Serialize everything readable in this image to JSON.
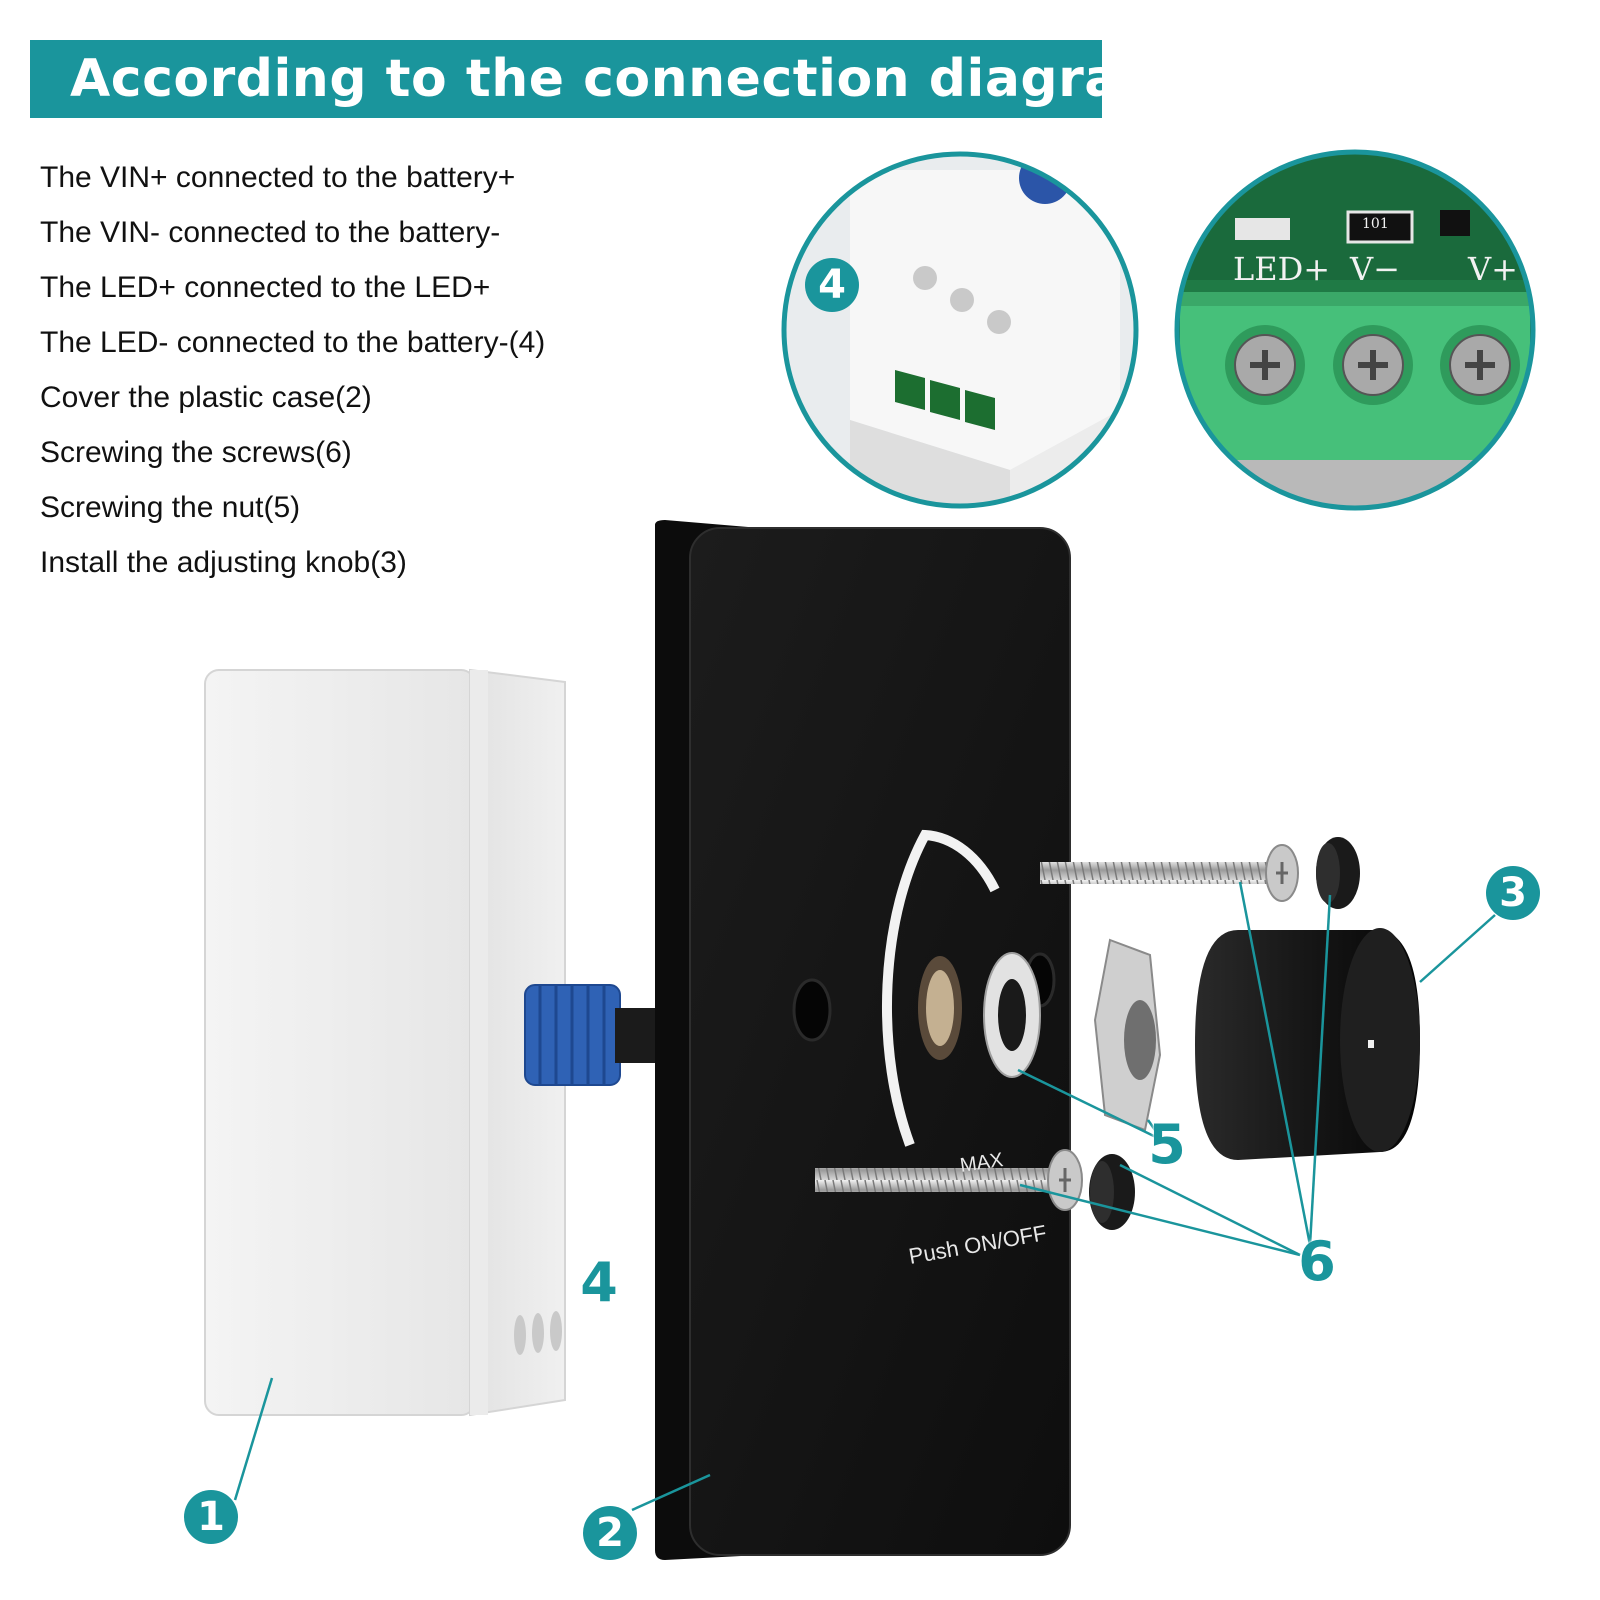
{
  "banner": {
    "title": "According to the connection diagram",
    "color": "#1a959c"
  },
  "steps": [
    "The VIN+ connected to the battery+",
    "The VIN- connected to the battery-",
    "The LED+ connected to the LED+",
    "The LED- connected to the battery-(4)",
    "Cover the plastic case(2)",
    "Screwing the screws(6)",
    "Screwing the nut(5)",
    "Install the adjusting knob(3)"
  ],
  "callouts": {
    "c1": "1",
    "c2": "2",
    "c3": "3",
    "c4": "4",
    "c4_zoom": "4",
    "c5": "5",
    "c6": "6"
  },
  "panel": {
    "max_label": "MAX",
    "push_label": "Push ON/OFF"
  },
  "pcb": {
    "terminal_led": "LED+",
    "terminal_vminus": "V−",
    "terminal_vplus": "V+",
    "resistor_code": "101"
  },
  "parts": {
    "controller_box": "controller-box",
    "wall_panel": "wall-panel",
    "knob": "knob",
    "nut": "nut",
    "screws": "screws"
  }
}
